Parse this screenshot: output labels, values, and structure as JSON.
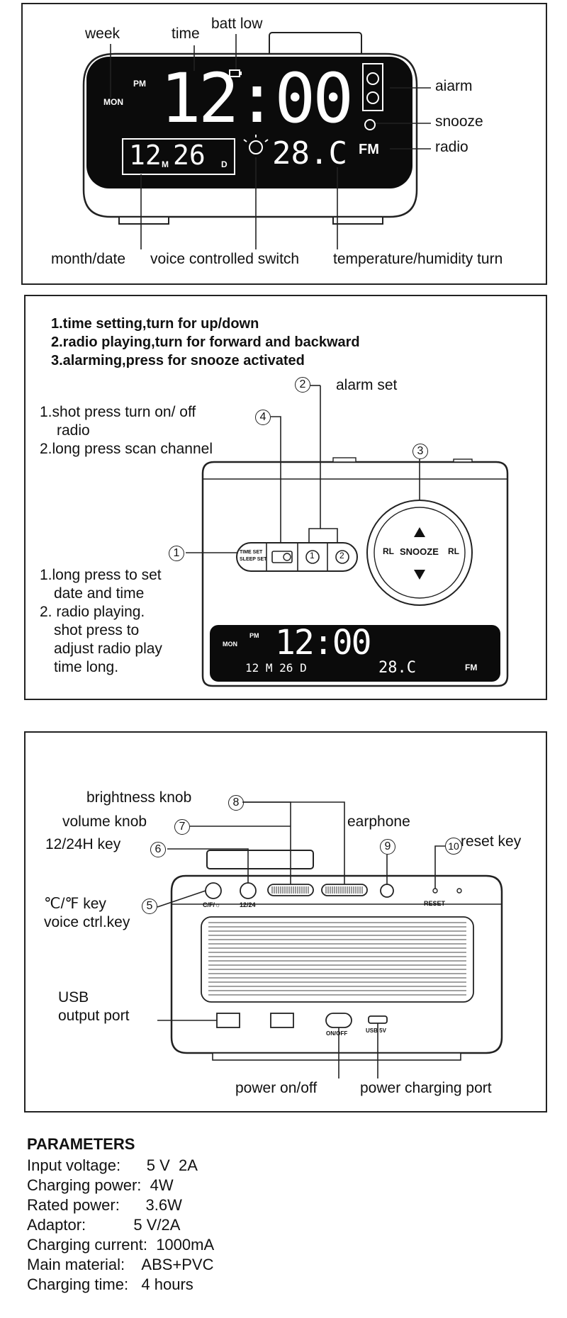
{
  "panel1": {
    "labels": {
      "week": "week",
      "time": "time",
      "batt_low": "batt low",
      "alarm": "aiarm",
      "snooze": "snooze",
      "radio": "radio",
      "month_date": "month/date",
      "voice_switch": "voice controlled  switch",
      "temp_humidity": "temperature/humidity  turn"
    },
    "display": {
      "ampm": "PM",
      "weekday": "MON",
      "time": "12:00",
      "month": "12",
      "month_unit": "M",
      "day": "26",
      "day_unit": "D",
      "temperature": "28.C",
      "band": "FM"
    }
  },
  "panel2": {
    "instructions": [
      "1.time setting,turn for up/down",
      "2.radio playing,turn for forward and backward",
      "3.alarming,press for snooze activated"
    ],
    "callout2": "alarm set",
    "radio_button_desc": [
      "1.shot press turn on/ off",
      "radio",
      "2.long press scan channel"
    ],
    "time_button_desc": [
      "1.long press to  set",
      "date  and  time",
      "2. radio  playing.",
      "shot  press  to",
      "adjust  radio  play",
      "time  long."
    ],
    "buttons": {
      "time_set_label_1": "TIME SET",
      "time_set_label_2": "SLEEP SET",
      "alarm1": "1",
      "alarm2": "2"
    },
    "knob": {
      "left": "RL",
      "center": "SNOOZE",
      "right": "RL"
    },
    "display": {
      "weekday": "MON",
      "ampm": "PM",
      "time": "12:00",
      "date": "12 M 26 D",
      "temperature": "28.C",
      "band": "FM"
    },
    "numbers": [
      "1",
      "2",
      "3",
      "4"
    ]
  },
  "panel3": {
    "labels": {
      "brightness": "brightness knob",
      "volume": "volume knob",
      "h1224": "12/24H  key",
      "earphone": "earphone",
      "reset": "reset key",
      "cf_key": "℃/℉  key",
      "voice_key": "voice ctrl.key",
      "usb_out_1": "USB",
      "usb_out_2": "output port",
      "power": "power on/off",
      "charging": "power charging port"
    },
    "device_labels": {
      "cf": "C/F/☼",
      "h1224": "12/24",
      "reset": "RESET",
      "onoff": "ON/OFF",
      "usb5v": "USB 5V"
    },
    "numbers": [
      "5",
      "6",
      "7",
      "8",
      "9",
      "10"
    ]
  },
  "parameters": {
    "title": "PARAMETERS",
    "rows": [
      "Input voltage:      5 V  2A",
      "Charging power:  4W",
      "Rated power:      3.6W",
      "Adaptor:           5 V/2A",
      "Charging current:  1000mA",
      "Main material:    ABS+PVC",
      "Charging time:   4 hours"
    ]
  }
}
